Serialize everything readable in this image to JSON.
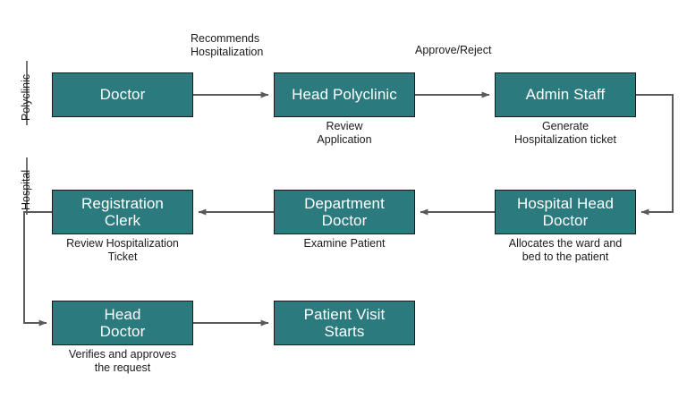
{
  "diagram": {
    "type": "swimlane-flowchart",
    "background": "#ffffff",
    "node_fill": "#2b7a7e",
    "node_border": "#1a1a1a",
    "node_text_color": "#ffffff",
    "connector_color": "#5a5a5a",
    "lanes": [
      {
        "id": "lane-polyclinic",
        "label": "Polyclinic"
      },
      {
        "id": "lane-hospital",
        "label": "Hospital"
      }
    ],
    "nodes": [
      {
        "id": "doctor",
        "label": "Doctor",
        "caption": ""
      },
      {
        "id": "head-polyclinic",
        "label": "Head Polyclinic",
        "caption": "Review\nApplication"
      },
      {
        "id": "admin-staff",
        "label": "Admin Staff",
        "caption": "Generate\nHospitalization ticket"
      },
      {
        "id": "registration-clerk",
        "label": "Registration\nClerk",
        "caption": "Review Hospitalization\nTicket"
      },
      {
        "id": "department-doctor",
        "label": "Department\nDoctor",
        "caption": "Examine Patient"
      },
      {
        "id": "hospital-head-doctor",
        "label": "Hospital Head\nDoctor",
        "caption": "Allocates the ward and\nbed to the patient"
      },
      {
        "id": "head-doctor",
        "label": "Head\nDoctor",
        "caption": "Verifies and approves\nthe request"
      },
      {
        "id": "patient-visit-starts",
        "label": "Patient Visit\nStarts",
        "caption": ""
      }
    ],
    "edges": [
      {
        "id": "edge-doctor-to-head-polyclinic",
        "from": "doctor",
        "to": "head-polyclinic",
        "label": "Recommends\nHospitalization"
      },
      {
        "id": "edge-head-polyclinic-to-admin-staff",
        "from": "head-polyclinic",
        "to": "admin-staff",
        "label": "Approve/Reject"
      },
      {
        "id": "edge-admin-staff-to-hospital-head-doctor",
        "from": "admin-staff",
        "to": "hospital-head-doctor",
        "label": ""
      },
      {
        "id": "edge-hospital-head-to-department-doctor",
        "from": "hospital-head-doctor",
        "to": "department-doctor",
        "label": ""
      },
      {
        "id": "edge-department-doctor-to-registration-clerk",
        "from": "department-doctor",
        "to": "registration-clerk",
        "label": ""
      },
      {
        "id": "edge-registration-clerk-to-head-doctor",
        "from": "registration-clerk",
        "to": "head-doctor",
        "label": ""
      },
      {
        "id": "edge-head-doctor-to-patient-visit-starts",
        "from": "head-doctor",
        "to": "patient-visit-starts",
        "label": ""
      }
    ]
  }
}
